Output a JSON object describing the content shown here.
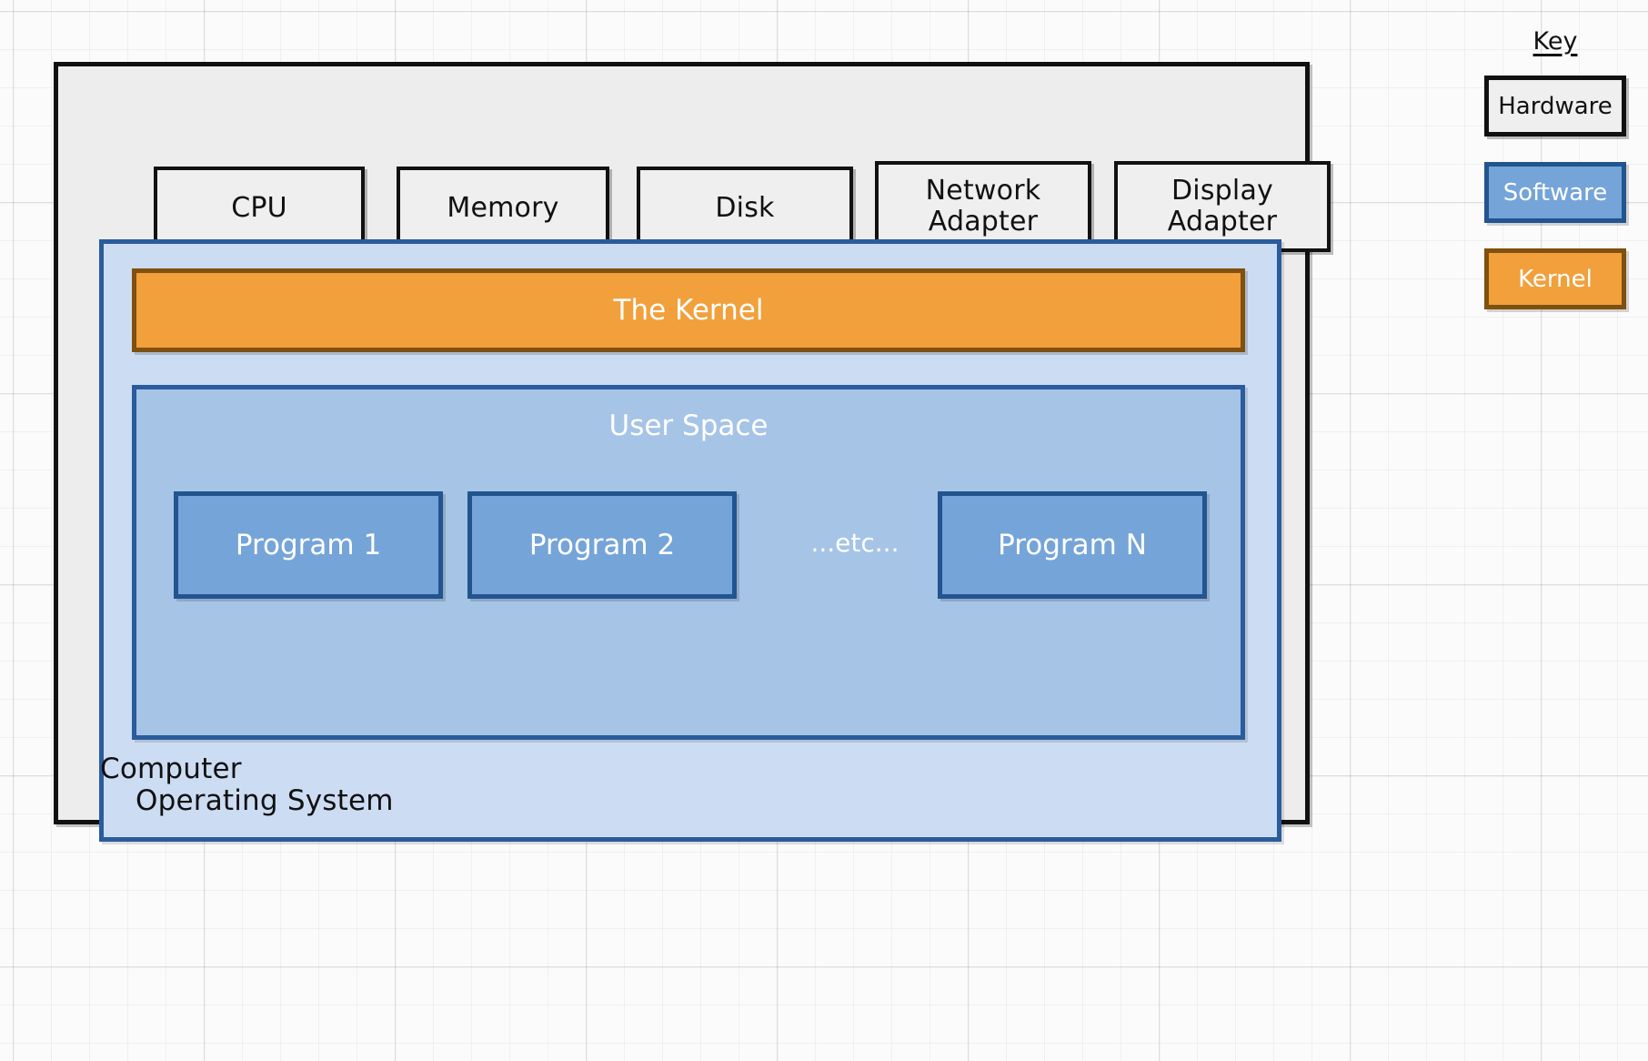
{
  "diagram": {
    "computer": {
      "label": "Computer",
      "hardware_components": [
        {
          "name": "cpu",
          "label": "CPU"
        },
        {
          "name": "memory",
          "label": "Memory"
        },
        {
          "name": "disk",
          "label": "Disk"
        },
        {
          "name": "network-adapter",
          "label": "Network\nAdapter"
        },
        {
          "name": "display-adapter",
          "label": "Display\nAdapter"
        }
      ],
      "operating_system": {
        "label": "Operating System",
        "kernel": {
          "label": "The Kernel"
        },
        "user_space": {
          "label": "User Space",
          "etc_label": "...etc...",
          "programs": [
            {
              "label": "Program 1"
            },
            {
              "label": "Program 2"
            },
            {
              "label": "Program N"
            }
          ]
        }
      }
    }
  },
  "key": {
    "title": "Key",
    "items": [
      {
        "label": "Hardware",
        "fill": "#efefef",
        "stroke": "#111111",
        "text": "#111111"
      },
      {
        "label": "Software",
        "fill": "#75a4d8",
        "stroke": "#22548f",
        "text": "#ffffff"
      },
      {
        "label": "Kernel",
        "fill": "#f1a03c",
        "stroke": "#80500f",
        "text": "#ffffff"
      }
    ]
  },
  "colors": {
    "page_background": "#fbfbfb",
    "grid_line": "#e8e8e8",
    "hardware_fill": "#efefef",
    "hardware_stroke": "#111111",
    "os_fill": "#ccdcf3",
    "os_stroke": "#2a5c9c",
    "userspace_fill": "#a6c4e6",
    "program_fill": "#75a4d8",
    "program_stroke": "#22548f",
    "kernel_fill": "#f1a03c",
    "kernel_stroke": "#80500f"
  }
}
